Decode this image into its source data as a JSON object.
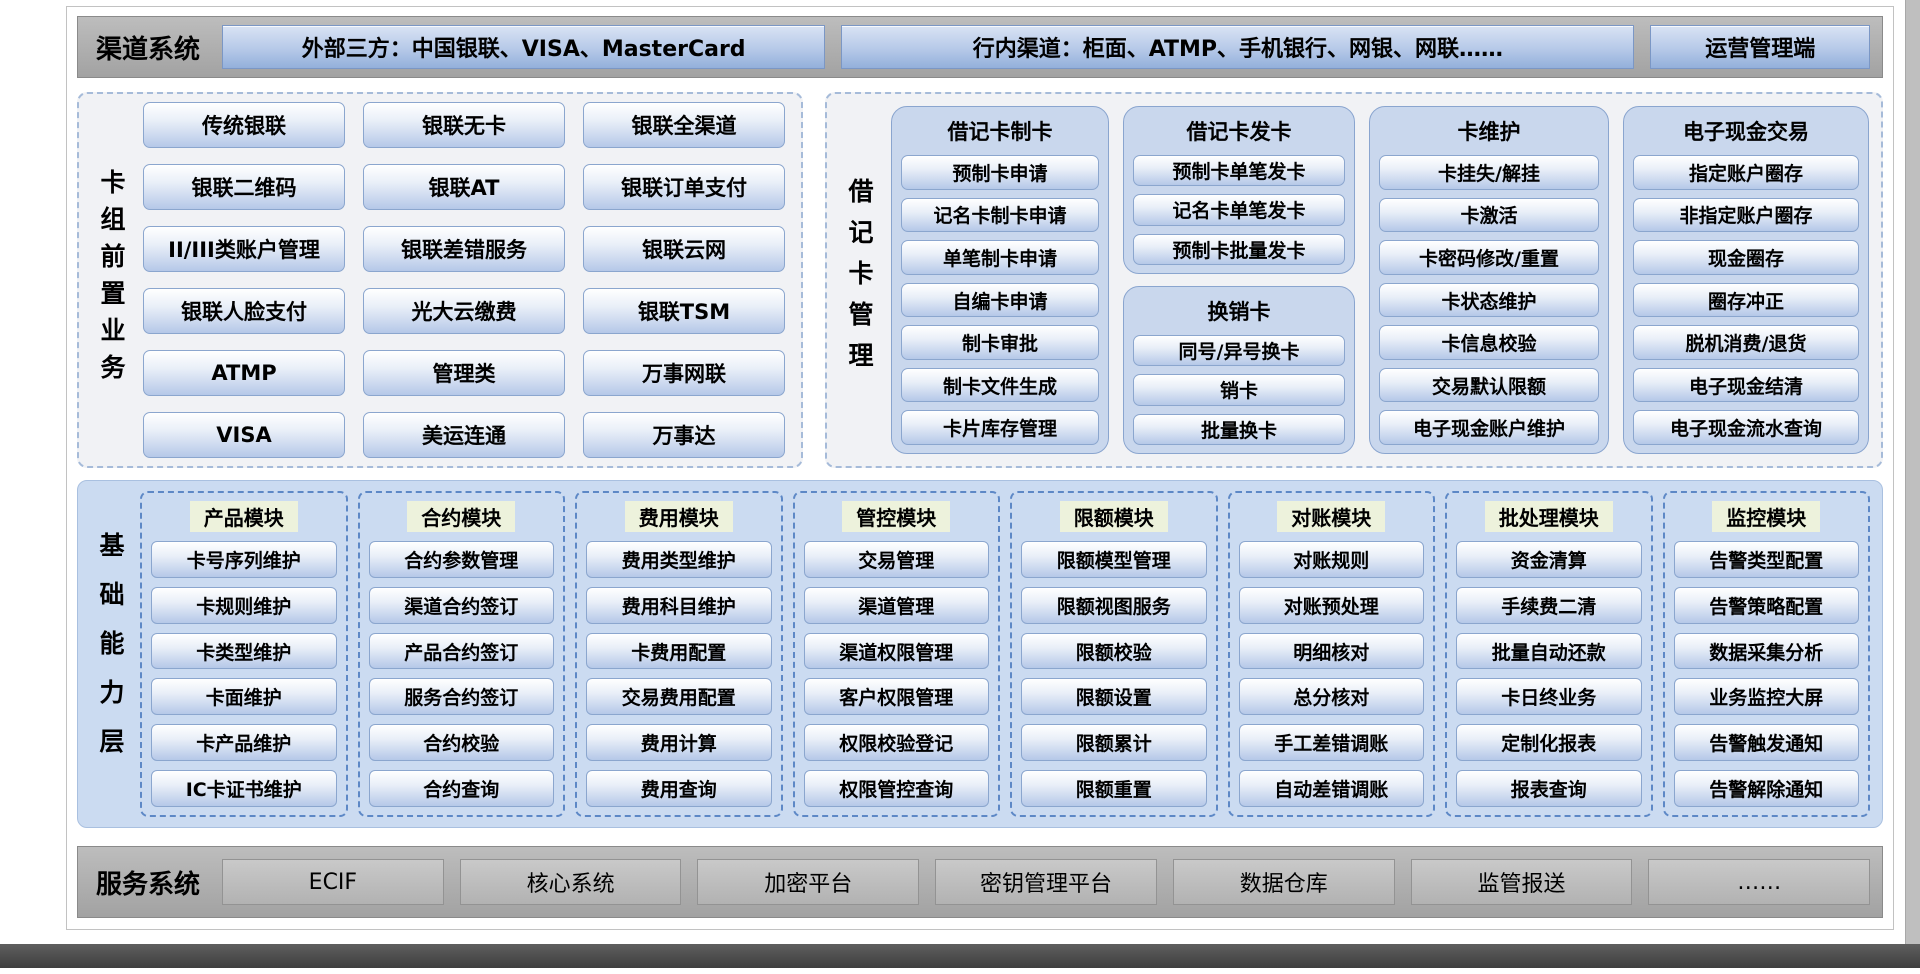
{
  "colors": {
    "button_blue": "#b5c8e8",
    "panel_blue": "#cbdbf1",
    "bar_gray": "#adadad",
    "dashed_border_blue": "#5d88c6",
    "module_title_highlight": "#edf2dc"
  },
  "channel_system": {
    "label": "渠道系统",
    "external": "外部三方：中国银联、VISA、MasterCard",
    "internal": "行内渠道：柜面、ATMP、手机银行、网银、网联……",
    "ops": "运营管理端"
  },
  "card_front": {
    "label": "卡组前置业务",
    "items": [
      "传统银联",
      "银联无卡",
      "银联全渠道",
      "银联二维码",
      "银联AT",
      "银联订单支付",
      "II/III类账户管理",
      "银联差错服务",
      "银联云网",
      "银联人脸支付",
      "光大云缴费",
      "银联TSM",
      "ATMP",
      "管理类",
      "万事网联",
      "VISA",
      "美运连通",
      "万事达"
    ]
  },
  "debit_card": {
    "label": "借记卡管理",
    "making": {
      "title": "借记卡制卡",
      "items": [
        "预制卡申请",
        "记名卡制卡申请",
        "单笔制卡申请",
        "自编卡申请",
        "制卡审批",
        "制卡文件生成",
        "卡片库存管理"
      ]
    },
    "issuing": {
      "title": "借记卡发卡",
      "items": [
        "预制卡单笔发卡",
        "记名卡单笔发卡",
        "预制卡批量发卡"
      ]
    },
    "exchange": {
      "title": "换销卡",
      "items": [
        "同号/异号换卡",
        "销卡",
        "批量换卡"
      ]
    },
    "maintenance": {
      "title": "卡维护",
      "items": [
        "卡挂失/解挂",
        "卡激活",
        "卡密码修改/重置",
        "卡状态维护",
        "卡信息校验",
        "交易默认限额",
        "电子现金账户维护"
      ]
    },
    "ecash": {
      "title": "电子现金交易",
      "items": [
        "指定账户圈存",
        "非指定账户圈存",
        "现金圈存",
        "圈存冲正",
        "脱机消费/退货",
        "电子现金结清",
        "电子现金流水查询"
      ]
    }
  },
  "capability_layer": {
    "label": "基础能力层",
    "modules": [
      {
        "title": "产品模块",
        "items": [
          "卡号序列维护",
          "卡规则维护",
          "卡类型维护",
          "卡面维护",
          "卡产品维护",
          "IC卡证书维护"
        ]
      },
      {
        "title": "合约模块",
        "items": [
          "合约参数管理",
          "渠道合约签订",
          "产品合约签订",
          "服务合约签订",
          "合约校验",
          "合约查询"
        ]
      },
      {
        "title": "费用模块",
        "items": [
          "费用类型维护",
          "费用科目维护",
          "卡费用配置",
          "交易费用配置",
          "费用计算",
          "费用查询"
        ]
      },
      {
        "title": "管控模块",
        "items": [
          "交易管理",
          "渠道管理",
          "渠道权限管理",
          "客户权限管理",
          "权限校验登记",
          "权限管控查询"
        ]
      },
      {
        "title": "限额模块",
        "items": [
          "限额模型管理",
          "限额视图服务",
          "限额校验",
          "限额设置",
          "限额累计",
          "限额重置"
        ]
      },
      {
        "title": "对账模块",
        "items": [
          "对账规则",
          "对账预处理",
          "明细核对",
          "总分核对",
          "手工差错调账",
          "自动差错调账"
        ]
      },
      {
        "title": "批处理模块",
        "items": [
          "资金清算",
          "手续费二清",
          "批量自动还款",
          "卡日终业务",
          "定制化报表",
          "报表查询"
        ]
      },
      {
        "title": "监控模块",
        "items": [
          "告警类型配置",
          "告警策略配置",
          "数据采集分析",
          "业务监控大屏",
          "告警触发通知",
          "告警解除通知"
        ]
      }
    ]
  },
  "service_system": {
    "label": "服务系统",
    "items": [
      "ECIF",
      "核心系统",
      "加密平台",
      "密钥管理平台",
      "数据仓库",
      "监管报送",
      "……"
    ]
  }
}
